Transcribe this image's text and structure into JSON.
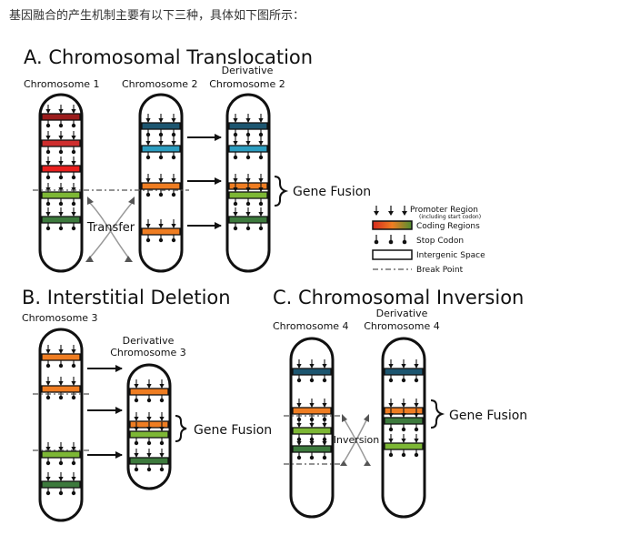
{
  "intro_text": "基因融合的产生机制主要有以下三种，具体如下图所示：",
  "colors": {
    "dark_red": "#9b1c1c",
    "red": "#cf2e2e",
    "bright_red": "#e8201e",
    "green": "#7db735",
    "dark_green": "#3d7a3d",
    "teal": "#1d5670",
    "cyan": "#2c9dc0",
    "orange": "#ef7d22",
    "outline": "#111111"
  },
  "panel_a": {
    "title": "A. Chromosomal Translocation",
    "chromosome_1": "Chromosome 1",
    "chromosome_2": "Chromosome 2",
    "derivative_line1": "Derivative",
    "derivative_line2": "Chromosome 2",
    "gene_fusion": "Gene Fusion",
    "transfer": "Transfer"
  },
  "panel_b": {
    "title": "B. Interstitial Deletion",
    "chromosome_3": "Chromosome 3",
    "derivative_line1": "Derivative",
    "derivative_line2": "Chromosome 3",
    "gene_fusion": "Gene Fusion"
  },
  "panel_c": {
    "title": "C. Chromosomal Inversion",
    "chromosome_4": "Chromosome 4",
    "derivative_line1": "Derivative",
    "derivative_line2": "Chromosome 4",
    "gene_fusion": "Gene Fusion",
    "inversion": "Inversion"
  },
  "legend": {
    "promoter": "Promoter Region",
    "promoter_note": "(including start codon)",
    "coding": "Coding Regions",
    "stop": "Stop Codon",
    "intergenic": "Intergenic Space",
    "break": "Break Point"
  }
}
